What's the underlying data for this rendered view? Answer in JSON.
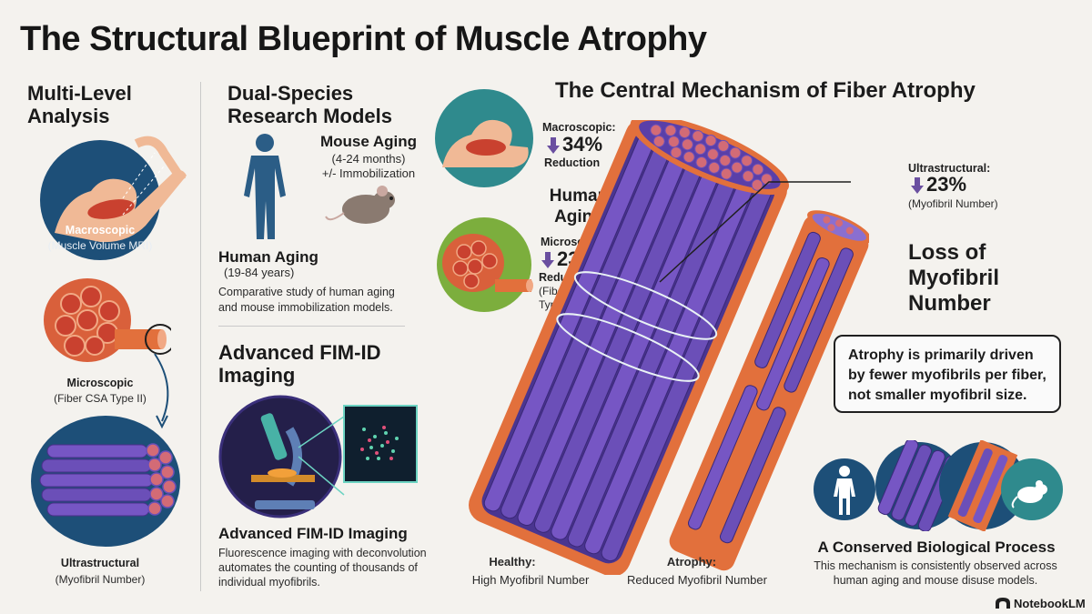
{
  "title": "The Structural Blueprint of Muscle Atrophy",
  "multi_level": {
    "heading": "Multi-Level Analysis",
    "macro_label": "Macroscopic",
    "macro_sub": "(Muscle Volume MRI)",
    "micro_label": "Microscopic",
    "micro_sub": "(Fiber CSA Type II)",
    "ultra_label": "Ultrastructural",
    "ultra_sub": "(Myofibril Number)"
  },
  "dual_species": {
    "heading": "Dual-Species Research Models",
    "mouse_title": "Mouse Aging",
    "mouse_range": "(4-24 months)",
    "mouse_extra": "+/- Immobilization",
    "human_title": "Human Aging",
    "human_range": "(19-84 years)",
    "description": "Comparative study of human aging and mouse immobilization models."
  },
  "fim": {
    "heading": "Advanced FIM-ID Imaging",
    "caption_title": "Advanced FIM-ID Imaging",
    "caption_text": "Fluorescence imaging with deconvolution automates the counting of thousands of individual myofibrils."
  },
  "central": {
    "heading": "The Central Mechanism of Fiber Atrophy",
    "macro_label": "Macroscopic:",
    "macro_value": "34%",
    "macro_desc": "Reduction",
    "human_aging": "Human Aging",
    "micro_label": "Microscopic:",
    "micro_value": "23%",
    "micro_desc": "Reduction",
    "micro_note": "(Fiber CSA Type II)",
    "ultra_label": "Ultrastructural:",
    "ultra_value": "23%",
    "ultra_note": "(Myofibril Number)",
    "loss_heading": "Loss of Myofibril Number",
    "callout": "Atrophy is primarily driven by fewer myofibrils per fiber, not smaller myofibril size.",
    "healthy_label": "Healthy:",
    "healthy_desc": "High Myofibril Number",
    "atrophy_label": "Atrophy:",
    "atrophy_desc": "Reduced Myofibril Number",
    "conserved_heading": "A Conserved Biological Process",
    "conserved_text": "This mechanism is consistently observed across human aging and mouse disuse models."
  },
  "brand": "NotebookLM",
  "icons": {
    "down_arrow": "down-arrow-icon",
    "brand": "notebooklm-logo"
  },
  "colors": {
    "muscle": "#d9603b",
    "fibril": "#6b4fb8",
    "sheath": "#e2703c",
    "navy": "#1d4f78",
    "teal": "#2f8a8d",
    "green": "#7cae3d"
  }
}
